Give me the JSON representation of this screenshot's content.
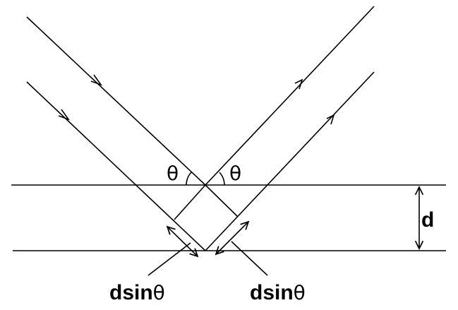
{
  "labels": {
    "theta_left": "θ",
    "theta_right": "θ",
    "spacing": "d",
    "path_left": "dsin",
    "path_right": "dsin",
    "path_theta": "θ"
  },
  "colors": {
    "stroke": "#000000",
    "background": "#ffffff"
  }
}
